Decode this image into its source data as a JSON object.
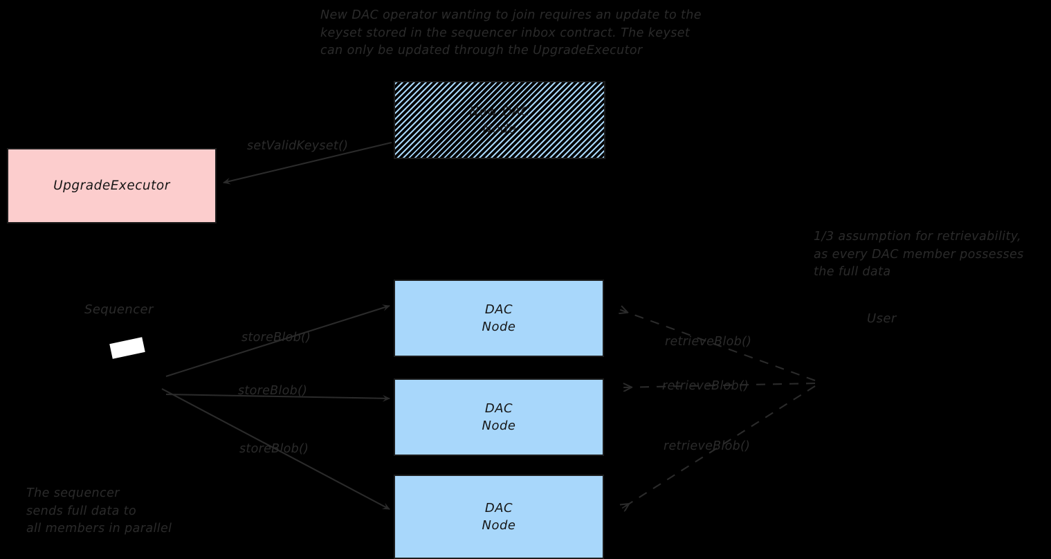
{
  "diagram": {
    "title_hidden": "",
    "background_color": "#000000",
    "ink_color": "#2b2b2b",
    "colors": {
      "dac_node_fill": "#a8d7fb",
      "upgrade_executor_fill": "#fccdcd",
      "box_border": "#1c1c1c",
      "hatch_stripe": "#a8d7fb",
      "sequencer_glyph": "#ffffff"
    }
  },
  "notes": {
    "keyset_note": "New DAC operator wanting to join requires an update to the\nkeyset stored in the sequencer inbox contract. The keyset\ncan only be updated through the UpgradeExecutor",
    "retrievability_note": "1/3 assumption for retrievability,\nas every DAC member possesses\nthe full data",
    "sequencer_note": "The sequencer\nsends full data to\nall members in parallel"
  },
  "boxes": {
    "new_dac_node": {
      "line1": "New DAC",
      "line2": "Node"
    },
    "upgrade_executor": {
      "label": "UpgradeExecutor"
    },
    "dac_node_1": {
      "line1": "DAC",
      "line2": "Node"
    },
    "dac_node_2": {
      "line1": "DAC",
      "line2": "Node"
    },
    "dac_node_3": {
      "line1": "DAC",
      "line2": "Node"
    }
  },
  "actors": {
    "sequencer": {
      "label": "Sequencer"
    },
    "user": {
      "label": "User"
    }
  },
  "edges": {
    "set_valid_keyset": {
      "label": "setValidKeyset()"
    },
    "store_blob_1": {
      "label": "storeBlob()"
    },
    "store_blob_2": {
      "label": "storeBlob()"
    },
    "store_blob_3": {
      "label": "storeBlob()"
    },
    "retrieve_blob_1": {
      "label": "retrieveBlob()"
    },
    "retrieve_blob_2": {
      "label": "retrieveBlob()"
    },
    "retrieve_blob_3": {
      "label": "retrieveBlob()"
    }
  }
}
